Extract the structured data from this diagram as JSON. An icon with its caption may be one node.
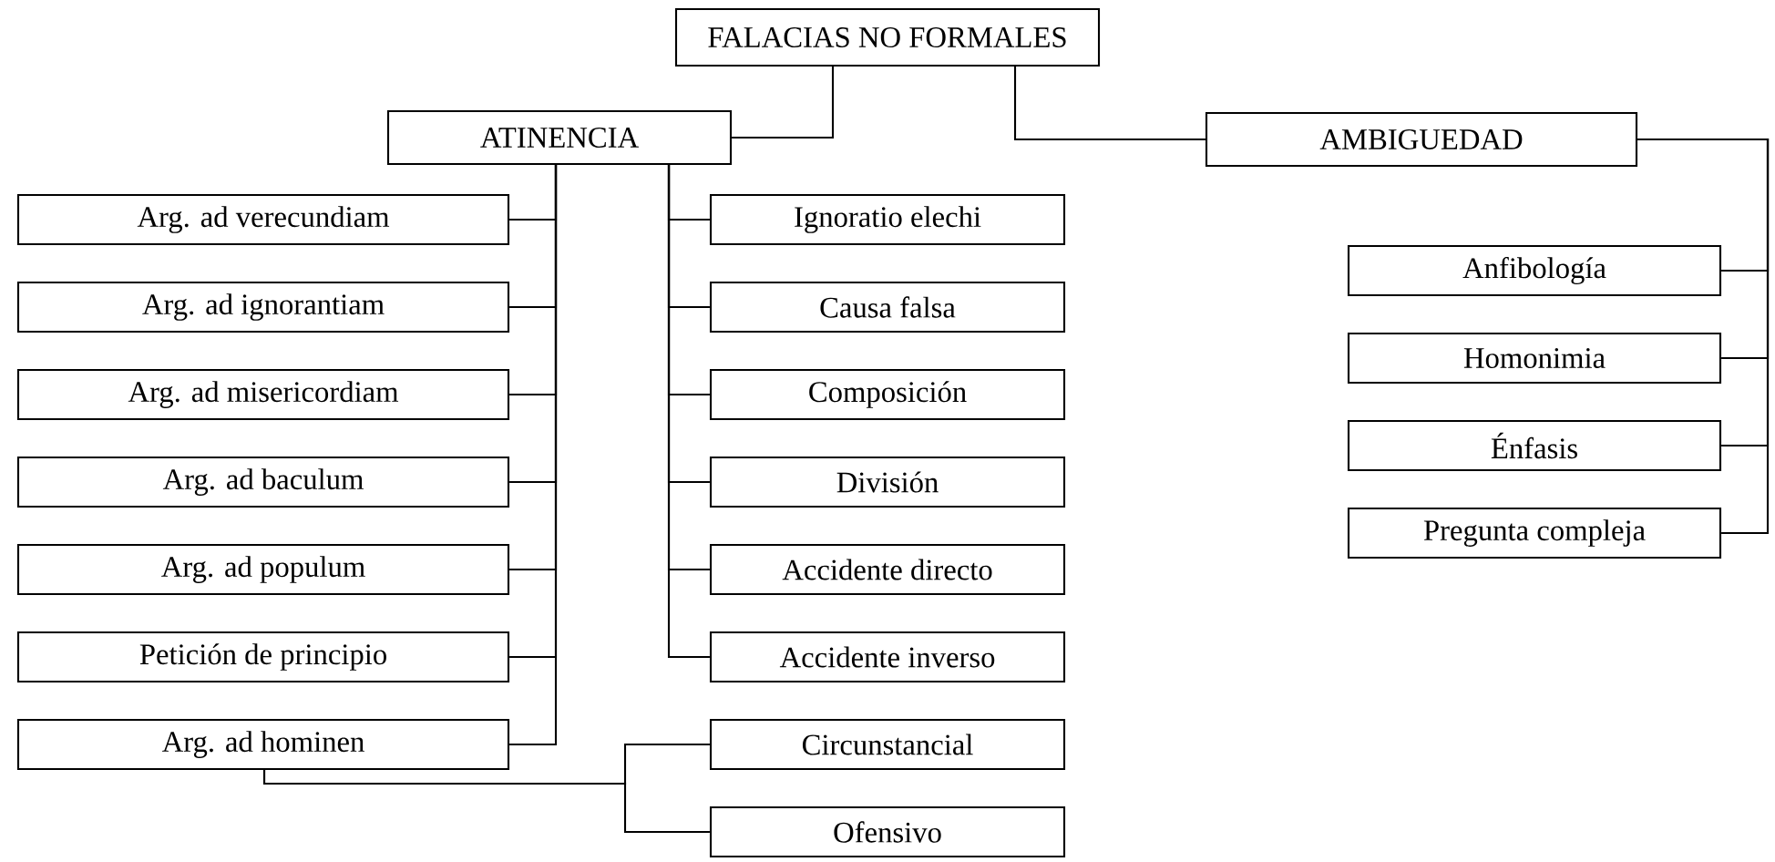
{
  "diagram": {
    "nodes": [
      {
        "text": [
          "FALACIAS NO FORMALES"
        ]
      },
      {
        "text": [
          "ATINENCIA"
        ]
      },
      {
        "text": [
          "AMBIGUEDAD"
        ]
      },
      {
        "text": [
          "Arg. ad verecundiam"
        ]
      },
      {
        "text": [
          "Arg. ad ignorantiam"
        ]
      },
      {
        "text": [
          "Arg. ad misericordiam"
        ]
      },
      {
        "text": [
          "Arg. ad baculum"
        ]
      },
      {
        "text": [
          "Arg. ad populum"
        ]
      },
      {
        "text": [
          "Petición de principio"
        ]
      },
      {
        "text": [
          "Arg. ad hominen"
        ]
      },
      {
        "text": [
          "Ignoratio elechi"
        ]
      },
      {
        "text": [
          "Causa falsa"
        ]
      },
      {
        "text": [
          "Composición"
        ]
      },
      {
        "text": [
          "División"
        ]
      },
      {
        "text": [
          "Accidente directo"
        ]
      },
      {
        "text": [
          "Accidente inverso"
        ]
      },
      {
        "text": [
          "Circunstancial"
        ]
      },
      {
        "text": [
          "Ofensivo"
        ]
      },
      {
        "text": [
          "Anfibología"
        ]
      },
      {
        "text": [
          "Homonimia"
        ]
      },
      {
        "text": [
          "Énfasis"
        ]
      },
      {
        "text": [
          "Pregunta compleja"
        ]
      }
    ],
    "edges": [
      {
        "from": 0,
        "to": 1,
        "arrow": "none"
      },
      {
        "from": 0,
        "to": 2,
        "arrow": "none"
      },
      {
        "from": 1,
        "to": 3,
        "arrow": "none"
      },
      {
        "from": 1,
        "to": 4,
        "arrow": "none"
      },
      {
        "from": 1,
        "to": 5,
        "arrow": "none"
      },
      {
        "from": 1,
        "to": 6,
        "arrow": "none"
      },
      {
        "from": 1,
        "to": 7,
        "arrow": "none"
      },
      {
        "from": 1,
        "to": 8,
        "arrow": "none"
      },
      {
        "from": 1,
        "to": 9,
        "arrow": "none"
      },
      {
        "from": 1,
        "to": 10,
        "arrow": "none"
      },
      {
        "from": 1,
        "to": 11,
        "arrow": "none"
      },
      {
        "from": 1,
        "to": 12,
        "arrow": "none"
      },
      {
        "from": 1,
        "to": 13,
        "arrow": "none"
      },
      {
        "from": 1,
        "to": 14,
        "arrow": "none"
      },
      {
        "from": 1,
        "to": 15,
        "arrow": "none"
      },
      {
        "from": 9,
        "to": 16,
        "arrow": "none"
      },
      {
        "from": 9,
        "to": 17,
        "arrow": "none"
      },
      {
        "from": 2,
        "to": 18,
        "arrow": "none"
      },
      {
        "from": 2,
        "to": 19,
        "arrow": "none"
      },
      {
        "from": 2,
        "to": 20,
        "arrow": "none"
      },
      {
        "from": 2,
        "to": 21,
        "arrow": "none"
      }
    ]
  }
}
